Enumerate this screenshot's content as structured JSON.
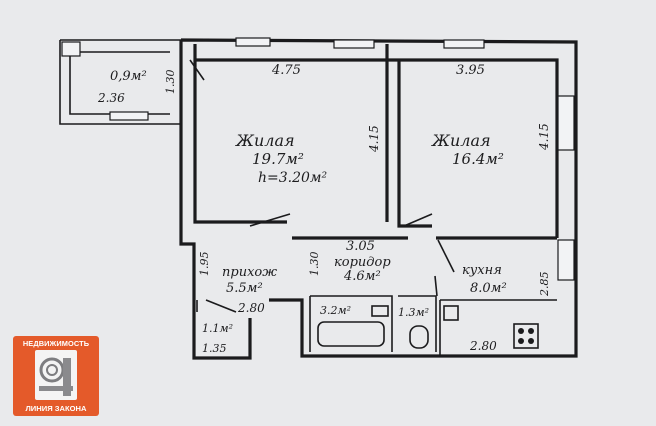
{
  "balcony": {
    "area": "0,9м²",
    "width": "2.36",
    "depth": "1.30"
  },
  "room1": {
    "name": "Жилая",
    "area": "19.7м²",
    "height": "h=3.20м²",
    "width": "4.75",
    "depth": "4.15"
  },
  "room2": {
    "name": "Жилая",
    "area": "16.4м²",
    "width": "3.95",
    "depth": "4.15"
  },
  "hall": {
    "name": "прихож",
    "area": "5.5м²",
    "depth": "1.95",
    "width": "2.80"
  },
  "corridor": {
    "name": "коридор",
    "area": "4.6м²",
    "width": "3.05",
    "depth": "1.30"
  },
  "kitchen": {
    "name": "кухня",
    "area": "8.0м²",
    "depth": "2.85",
    "width": "2.80"
  },
  "bathroom": {
    "area": "3.2м²"
  },
  "toilet": {
    "area": "1.3м²"
  },
  "closet": {
    "area": "1.1м²",
    "width": "1.35"
  },
  "logo": {
    "top": "НЕДВИЖИМОСТЬ",
    "bottom": "ЛИНИЯ ЗАКОНА"
  }
}
